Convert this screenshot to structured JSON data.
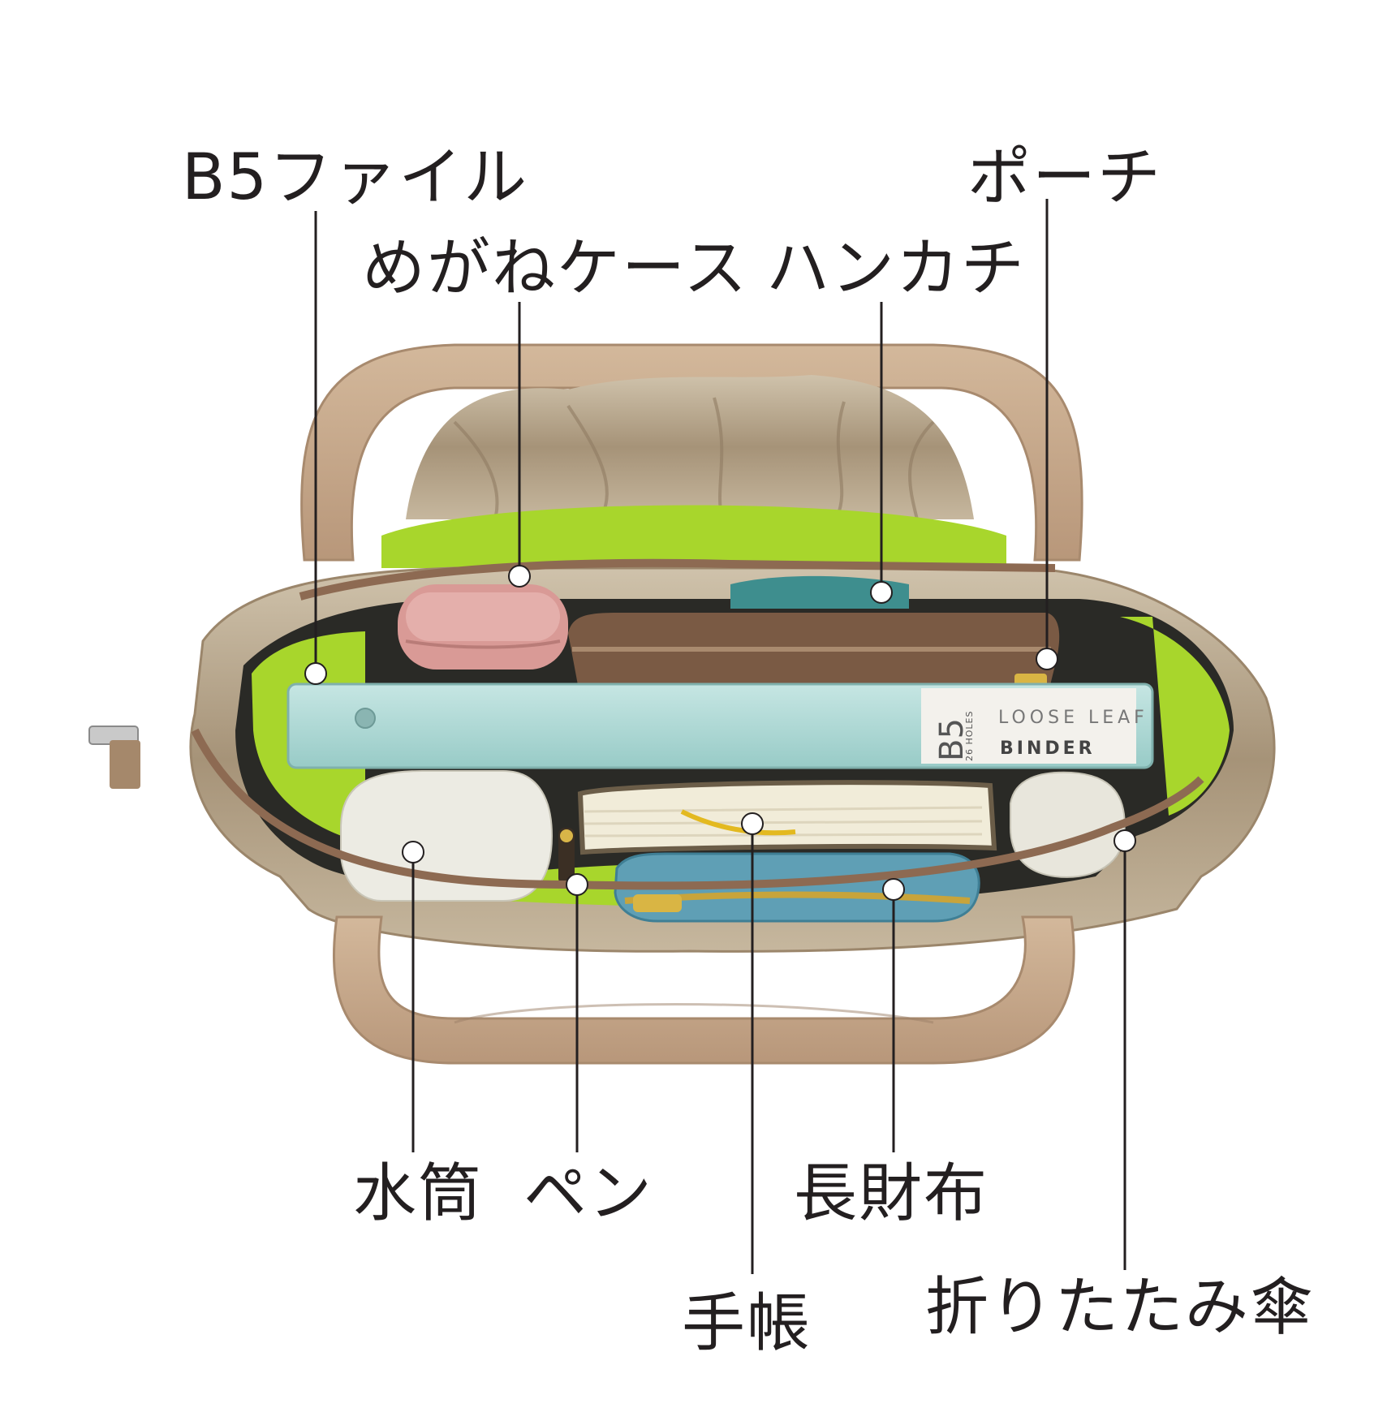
{
  "labels": {
    "b5_file": "B5ファイル",
    "glasses_case": "めがねケース",
    "handkerchief": "ハンカチ",
    "pouch": "ポーチ",
    "water_bottle": "水筒",
    "pen": "ペン",
    "long_wallet": "長財布",
    "planner": "手帳",
    "folding_umbrella": "折りたたみ傘"
  },
  "binder": {
    "size": "B5",
    "holes": "26 HOLES",
    "line1": "LOOSE LEAF",
    "line2": "BINDER"
  },
  "colors": {
    "bag": "#c4a588",
    "bag_dark": "#9c8068",
    "satin": "#b9a88e",
    "lining_green": "#a8d62c",
    "binder": "#a9d6d3",
    "glasses_case": "#d99a96",
    "pouch": "#7a5a44",
    "wallet": "#5f9fb5",
    "text": "#231f20"
  }
}
